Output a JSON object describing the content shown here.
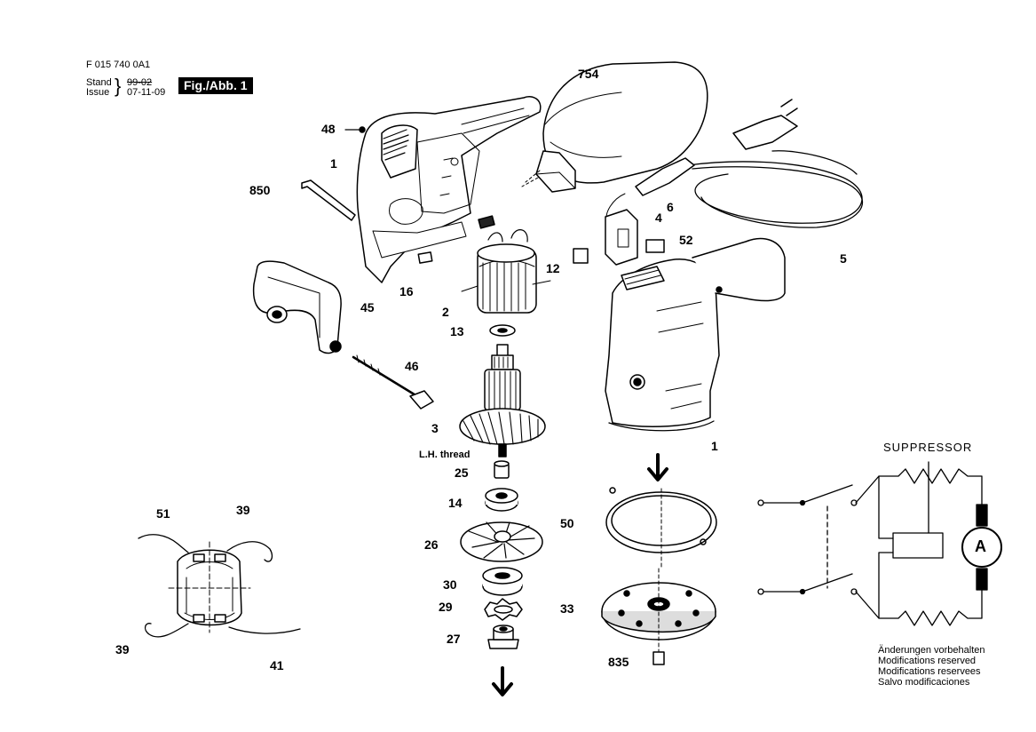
{
  "header": {
    "doc_number": "F 015 740 0A1",
    "stand_label": "Stand",
    "stand_value": "99-02",
    "issue_label": "Issue",
    "issue_value": "07-11-09",
    "figure_badge": "Fig./Abb. 1"
  },
  "parts": {
    "p754": "754",
    "p48": "48",
    "p1_top": "1",
    "p850": "850",
    "p6": "6",
    "p4": "4",
    "p52": "52",
    "p5": "5",
    "p12": "12",
    "p16": "16",
    "p2": "2",
    "p45": "45",
    "p13": "13",
    "p46": "46",
    "p3": "3",
    "p1_bottom": "1",
    "lh_thread": "L.H. thread",
    "p25": "25",
    "p14": "14",
    "p50": "50",
    "p26": "26",
    "p30": "30",
    "p33": "33",
    "p29": "29",
    "p27": "27",
    "p835": "835",
    "p51": "51",
    "p39_top": "39",
    "p39_bottom": "39",
    "p41": "41"
  },
  "schematic": {
    "suppressor_label": "SUPPRESSOR",
    "meter_symbol": "A"
  },
  "notes": [
    "Änderungen vorbehalten",
    "Modifications reserved",
    "Modifications reservees",
    "Salvo modificaciones"
  ]
}
